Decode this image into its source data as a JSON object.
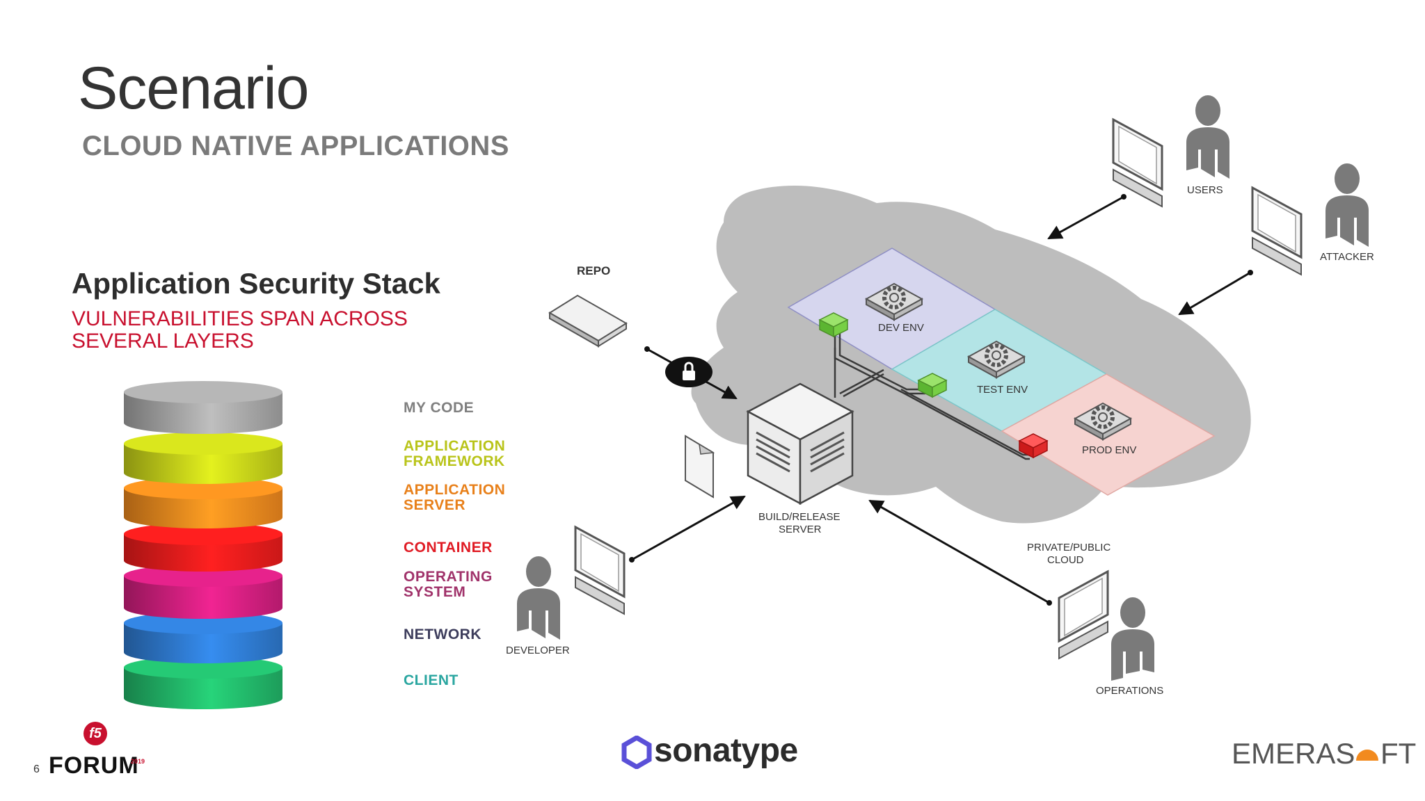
{
  "slide": {
    "title": "Scenario",
    "subtitle": "CLOUD NATIVE APPLICATIONS",
    "page_number": "6"
  },
  "stack": {
    "title": "Application Security Stack",
    "vuln_line1": "VULNERABILITIES SPAN ACROSS",
    "vuln_line2": "SEVERAL LAYERS",
    "layers": [
      {
        "line1": "MY CODE",
        "line2": "",
        "color": "#a6a6a6",
        "label_color": "#7f7f7f"
      },
      {
        "line1": "APPLICATION",
        "line2": "FRAMEWORK",
        "color": "#c6d21a",
        "label_color": "#b9c41a"
      },
      {
        "line1": "APPLICATION",
        "line2": "SERVER",
        "color": "#f28a1e",
        "label_color": "#e8801a"
      },
      {
        "line1": "CONTAINER",
        "line2": "",
        "color": "#ee1c1c",
        "label_color": "#e01b24"
      },
      {
        "line1": "OPERATING",
        "line2": "SYSTEM",
        "color": "#d21f7f",
        "label_color": "#a0326a"
      },
      {
        "line1": "NETWORK",
        "line2": "",
        "color": "#2f7bd1",
        "label_color": "#3d3d5c"
      },
      {
        "line1": "CLIENT",
        "line2": "",
        "color": "#22b86a",
        "label_color": "#2aa6a0"
      }
    ]
  },
  "diagram": {
    "repo": "REPO",
    "users": "USERS",
    "attacker": "ATTACKER",
    "dev_env": "DEV ENV",
    "test_env": "TEST ENV",
    "prod_env": "PROD ENV",
    "build_line1": "BUILD/RELEASE",
    "build_line2": "SERVER",
    "cloud_line1": "PRIVATE/PUBLIC",
    "cloud_line2": "CLOUD",
    "developer": "DEVELOPER",
    "operations": "OPERATIONS"
  },
  "logos": {
    "forum": "FORUM",
    "forum_badge": "f5",
    "forum_year": "2019",
    "sonatype": "sonatype",
    "emerasoft_left": "EMERAS",
    "emerasoft_right": "FT"
  },
  "colors": {
    "dev_env": "#d6d6ee",
    "test_env": "#b3e4e6",
    "prod_env": "#f6d3d0",
    "cloud": "#bdbdbd",
    "accent_red": "#c8102e"
  }
}
